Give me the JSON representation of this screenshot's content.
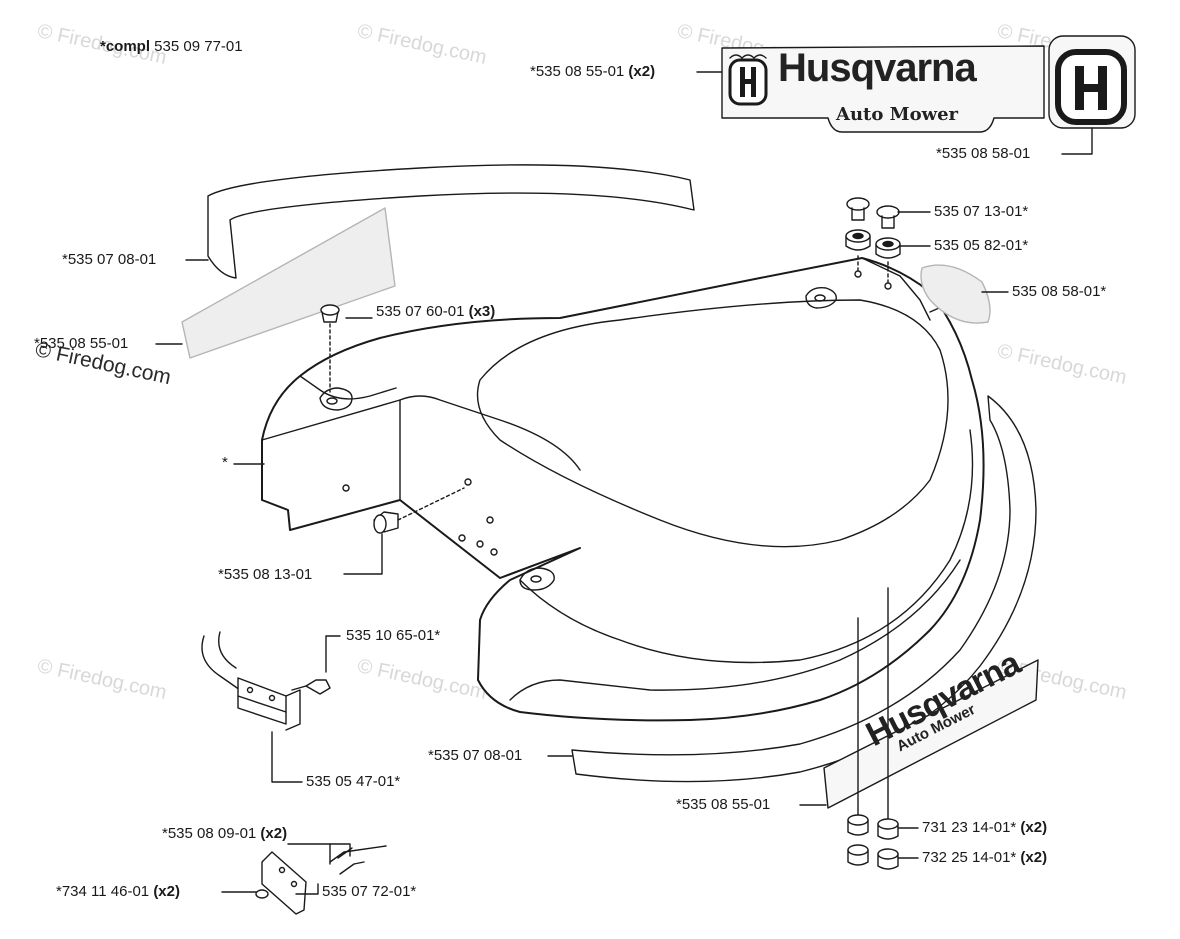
{
  "colors": {
    "ink": "#1a1a1a",
    "watermark": "#d8d8d8",
    "decal_fill": "#f4f4f4"
  },
  "brand": {
    "name": "Husqvarna",
    "subtitle": "Auto Mower",
    "emblem_letter": "H",
    "icon": "husqvarna-crown-h-logo"
  },
  "watermark": {
    "text": "© Firedog.com"
  },
  "labels": {
    "compl": {
      "bold": "*compl",
      "rest": " 535 09 77-01"
    },
    "decal_top": {
      "text": "*535 08 55-01 ",
      "qty": "(x2)"
    },
    "emblem_top": {
      "text": "*535 08 58-01"
    },
    "strip_top": {
      "text": "*535 07 08-01"
    },
    "decal_left": {
      "text": "*535 08 55-01"
    },
    "screw_top": {
      "text": "535 07 60-01 ",
      "qty": "(x3)"
    },
    "cap": {
      "text": "535 07 13-01*"
    },
    "washer": {
      "text": "535 05 82-01*"
    },
    "emblem_right": {
      "text": "535 08 58-01*"
    },
    "asterisk_body": {
      "text": "*"
    },
    "plug": {
      "text": "*535 08 13-01"
    },
    "screw_bracket": {
      "text": "535 10 65-01*"
    },
    "bracket": {
      "text": "535 05 47-01*"
    },
    "strip_bottom": {
      "text": "*535 07 08-01"
    },
    "decal_bottom": {
      "text": "*535 08 55-01"
    },
    "nut1": {
      "text": "731 23 14-01* ",
      "qty": "(x2)"
    },
    "nut2": {
      "text": "732 25 14-01* ",
      "qty": "(x2)"
    },
    "bolt": {
      "text": "*535 08 09-01 ",
      "qty": "(x2)"
    },
    "washer_small": {
      "text": "*734 11 46-01 ",
      "qty": "(x2)"
    },
    "plate": {
      "text": "535 07 72-01*"
    }
  }
}
